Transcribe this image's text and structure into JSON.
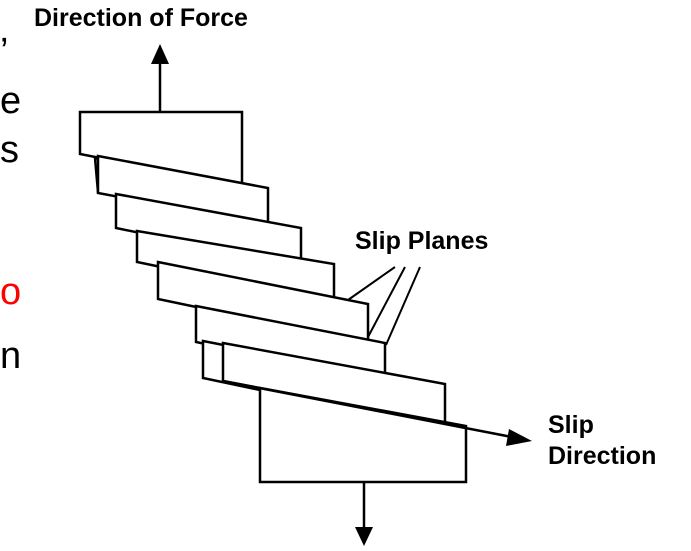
{
  "title": "Direction of Force",
  "slip_planes_label": "Slip Planes",
  "slip_direction_label": [
    "Slip",
    "Direction"
  ],
  "left_edge_glyphs": [
    "’",
    "e",
    "s",
    "o",
    "n"
  ],
  "colors": {
    "stroke": "#000000",
    "accent_text": "#ff0000"
  }
}
